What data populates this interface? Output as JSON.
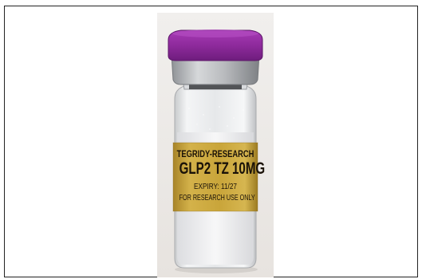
{
  "vial_label": {
    "brand": "TEGRIDY-RESEARCH",
    "product": "GLP2 TZ 10MG",
    "expiry": "EXPIRY: 11/27",
    "notice": "FOR RESEARCH USE ONLY"
  },
  "colors": {
    "cap": "#8e2a9c",
    "label": "#c9a53a",
    "background": "#ece9e6"
  },
  "icons": [
    "vial-cap-icon"
  ]
}
